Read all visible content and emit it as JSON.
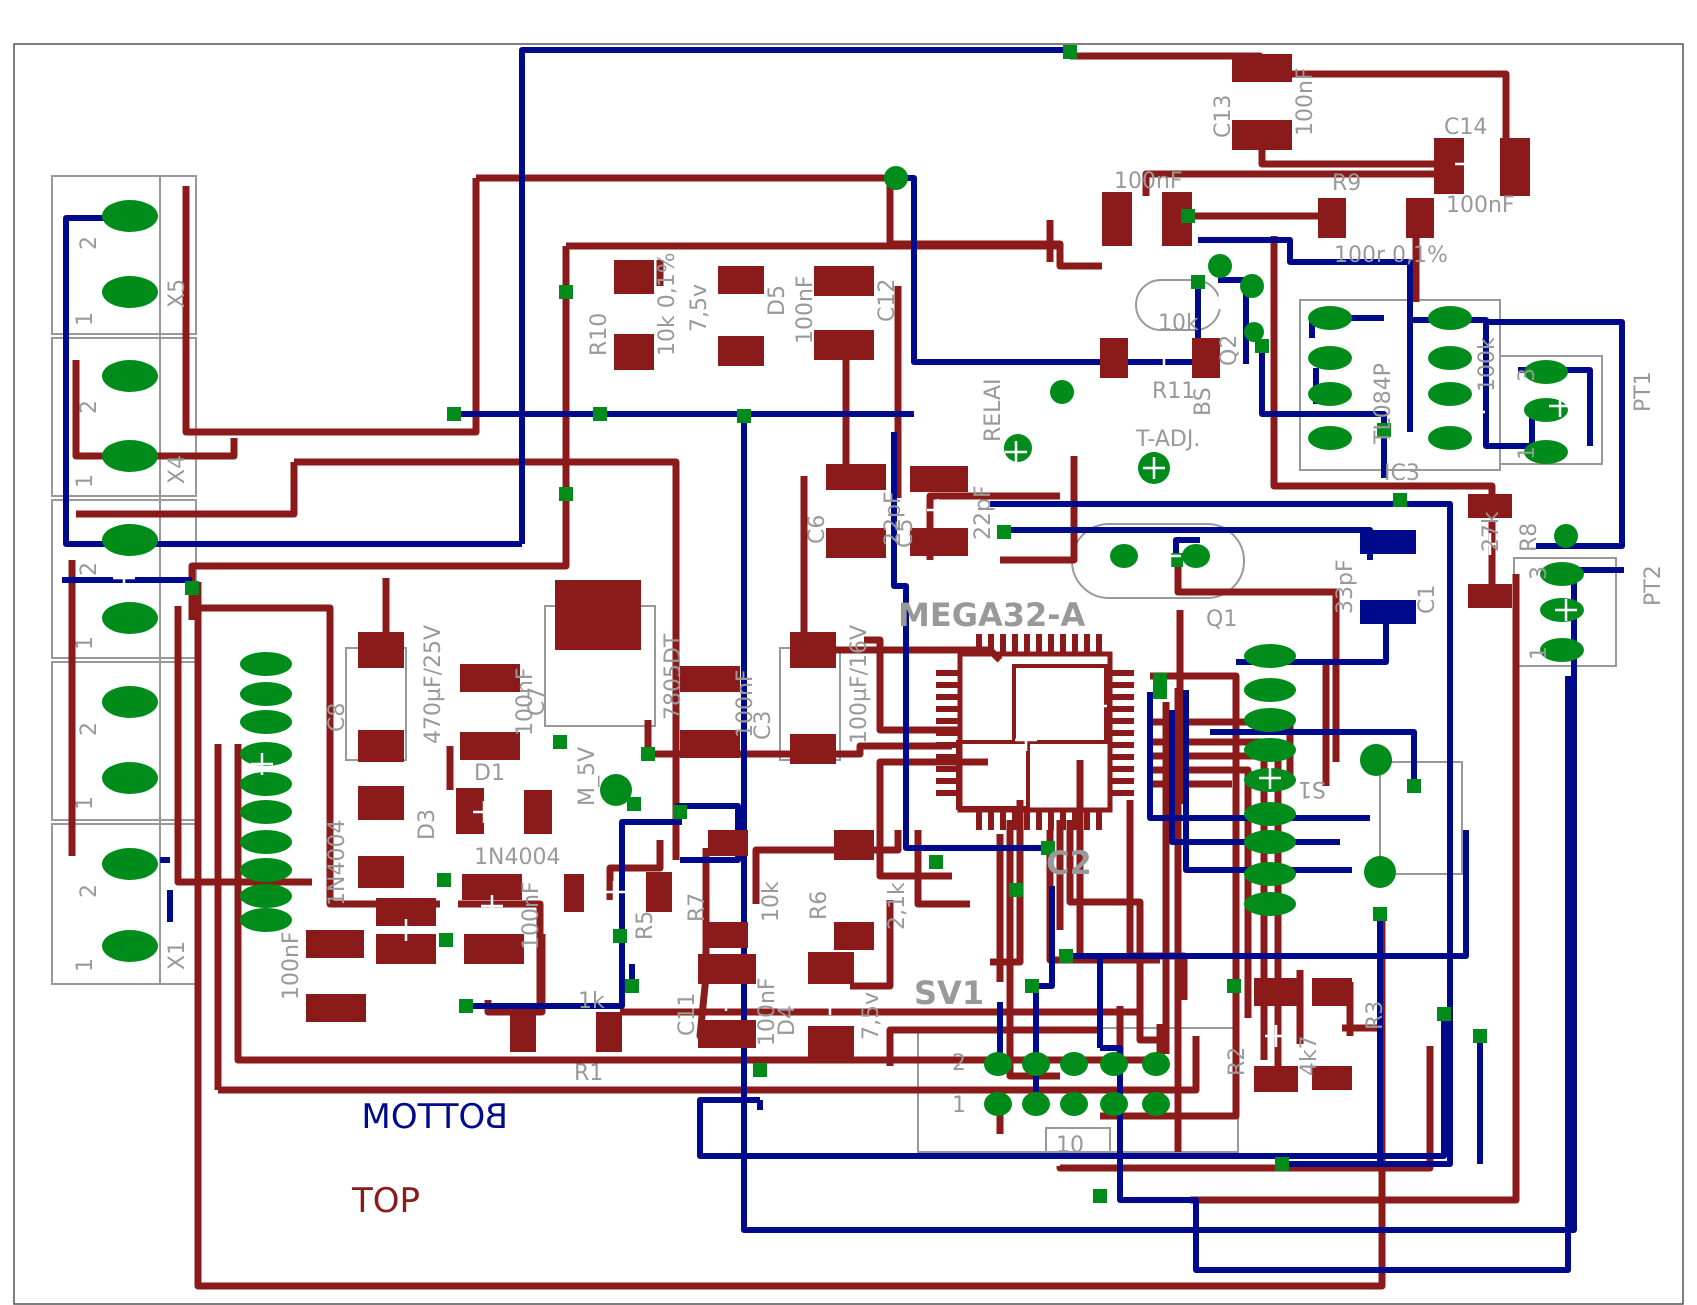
{
  "colors": {
    "background": "#ffffff",
    "top_layer": "#8b1a1a",
    "bottom_layer": "#000a8c",
    "pad": "#008c1a",
    "silkscreen": "#999999",
    "smd_bottom": "#000a8c"
  },
  "legend": {
    "bottom": "BOTTOM",
    "top": "TOP"
  },
  "labels": {
    "c13": "C13",
    "c13_val": "100nF",
    "c14": "C14",
    "c14_val": "100nF",
    "c_100nf_top": "100nF",
    "r9": "R9",
    "r9_val": "100r 0,1%",
    "r10": "R10",
    "r10_val": "10k 0,1%",
    "d5": "D5",
    "d5_val": "7,5v",
    "c12": "C12",
    "c12_val": "100nF",
    "ten_k": "10k",
    "r11": "R11",
    "q2": "Q2",
    "bs": "BS",
    "relai": "RELAI",
    "t_adj": "T-ADJ.",
    "ic_tl": "TL084P",
    "ic3": "IC3",
    "r_100k": "100k",
    "pt1": "PT1",
    "pt2": "PT2",
    "r8": "R8",
    "r8_val": "27k",
    "c6": "C6",
    "c6_val": "22pF",
    "c5": "C5",
    "c5_val": "22pF",
    "q1": "Q1",
    "c1": "C1",
    "c1_val": "33pF",
    "mcu": "MEGA32-A",
    "c8": "C8",
    "c8_val": "470µF/25V",
    "c7": "C7",
    "c7_val": "100nF",
    "reg": "7805DT",
    "c3": "C3",
    "c3_val": "100nF",
    "c4_val": "100µF/16V",
    "m_5v": "M_5V",
    "d1": "D1",
    "d1_val": "1N4004",
    "d3": "D3",
    "d3_val": "1N4004",
    "c9_val": "100nF",
    "c10_val": "100nF",
    "r7": "R7",
    "r7_val": "10k",
    "r6": "R6",
    "r6_val": "2,1k",
    "r5": "R5",
    "r1": "R1",
    "r1_val": "1k",
    "c11": "C11",
    "c11_val": "100nF",
    "d4": "D4",
    "d4_val": "7,5v",
    "sv1": "SV1",
    "sv1_pin2": "2",
    "sv1_pin1": "1",
    "sv1_pin10": "10",
    "c2": "C2",
    "s1": "S1",
    "r2": "R2",
    "r2_val": "4k7",
    "r3": "R3",
    "x1": "X1",
    "x4": "X4",
    "x5": "X5",
    "pin1": "1",
    "pin2": "2",
    "pin3": "3"
  }
}
